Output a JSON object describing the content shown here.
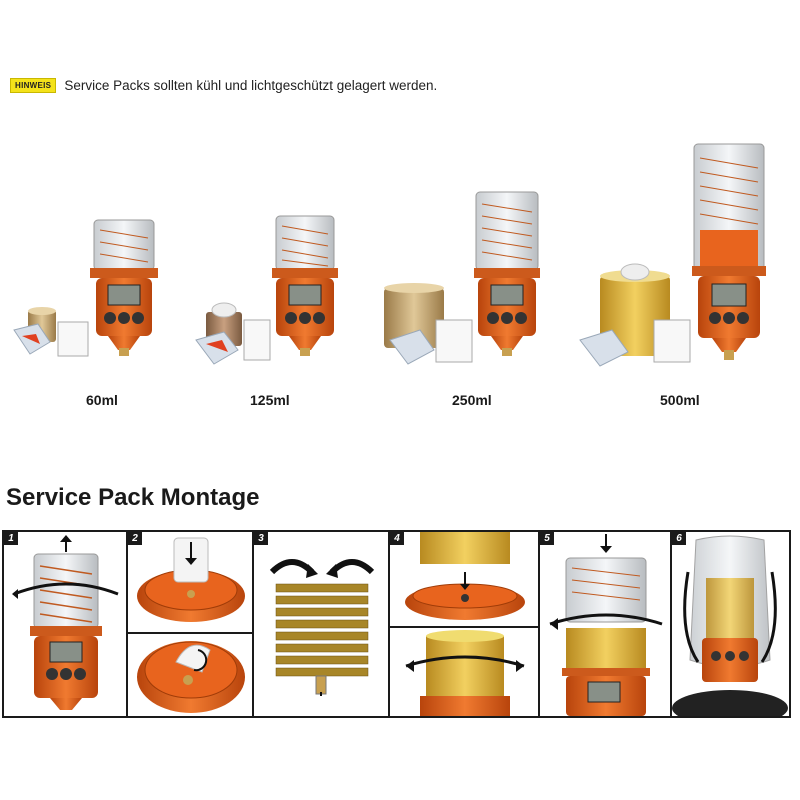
{
  "notice": {
    "badge": "HINWEIS",
    "text": "Service Packs sollten kühl und lichtgeschützt gelagert werden."
  },
  "products": [
    {
      "size": "60ml"
    },
    {
      "size": "125ml"
    },
    {
      "size": "250ml"
    },
    {
      "size": "500ml"
    }
  ],
  "section": {
    "title": "Service Pack Montage"
  },
  "steps": [
    {
      "number": "1"
    },
    {
      "number": "2"
    },
    {
      "number": "3"
    },
    {
      "number": "4"
    },
    {
      "number": "5"
    },
    {
      "number": "6"
    }
  ],
  "colors": {
    "orange": "#e8641e",
    "dark_orange": "#b8440c",
    "grease_yellow": "#e8c030",
    "grease_tan": "#c9a868",
    "badge_yellow": "#f4e21a"
  }
}
